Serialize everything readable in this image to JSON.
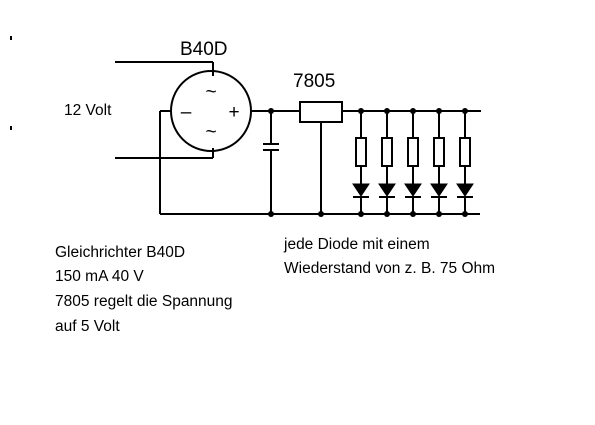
{
  "labels": {
    "rectifier": "B40D",
    "regulator": "7805",
    "input_voltage": "12 Volt"
  },
  "notes": {
    "left": [
      "Gleichrichter B40D",
      "150 mA 40 V",
      "7805 regelt die Spannung",
      "auf 5 Volt"
    ],
    "right": [
      "jede Diode mit einem",
      "Wiederstand von z. B. 75 Ohm"
    ]
  },
  "rectifier_symbols": {
    "ac": "~",
    "minus": "–",
    "plus": "+"
  },
  "led_branch_count": 5
}
